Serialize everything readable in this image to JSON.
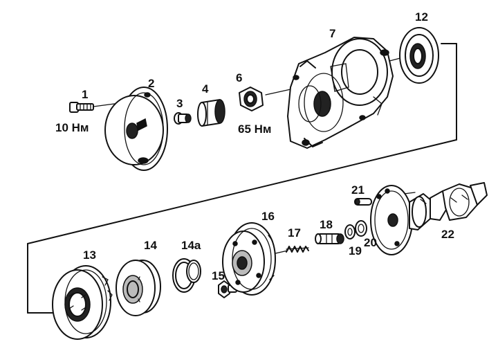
{
  "labels": {
    "p1": "1",
    "p1_torque": "10 Нм",
    "p2": "2",
    "p3": "3",
    "p4": "4",
    "p6": "6",
    "p6_torque": "65 Нм",
    "p7": "7",
    "p12": "12",
    "p13": "13",
    "p14": "14",
    "p14a": "14a",
    "p15": "15",
    "p16": "16",
    "p17": "17",
    "p18": "18",
    "p19": "19",
    "p20": "20",
    "p21": "21",
    "p22": "22"
  }
}
